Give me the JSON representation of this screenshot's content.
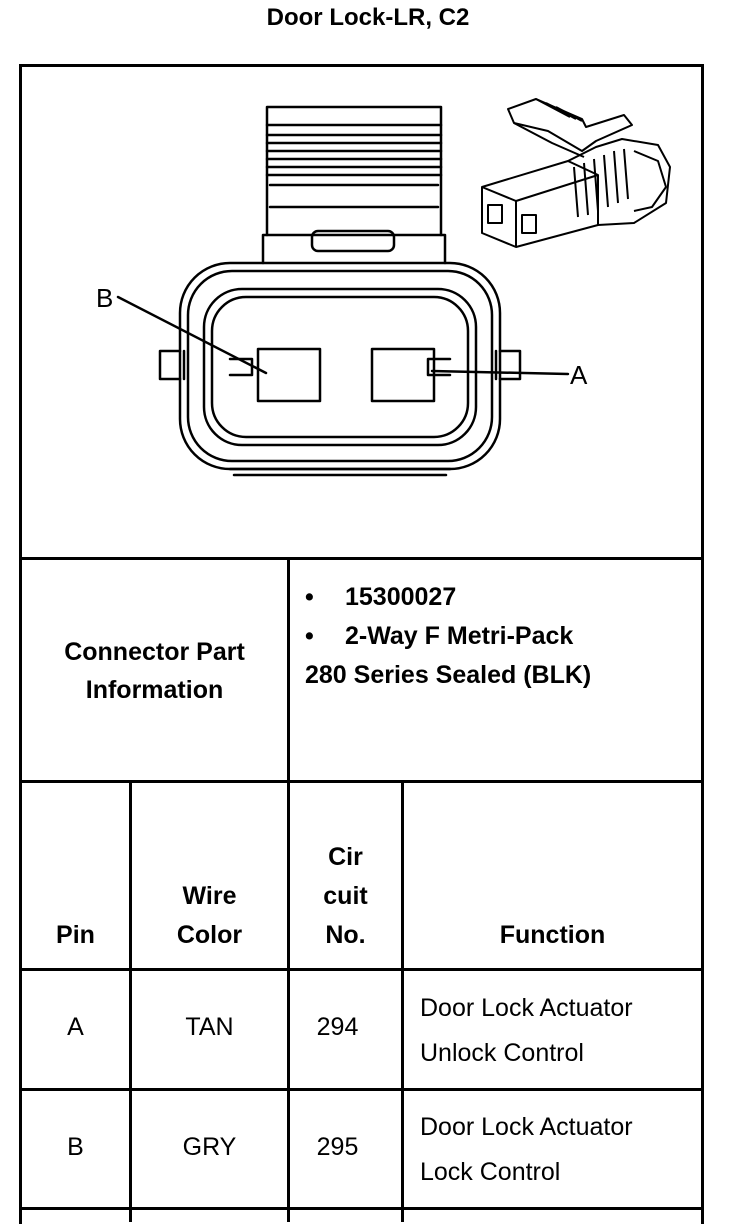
{
  "title": "Door Lock-LR, C2",
  "diagram": {
    "pin_label_a": "A",
    "pin_label_b": "B"
  },
  "connector": {
    "label_line1": "Connector Part",
    "label_line2": "Information",
    "bullet": "•",
    "part_number": "15300027",
    "description_line1": "2-Way F Metri-Pack",
    "description_line2": "280 Series Sealed (BLK)"
  },
  "table": {
    "headers": {
      "pin": "Pin",
      "wire_color_1": "Wire",
      "wire_color_2": "Color",
      "circuit_1": "Cir",
      "circuit_2": "cuit",
      "circuit_3": "No.",
      "function": "Function"
    },
    "rows": [
      {
        "pin": "A",
        "wire_color": "TAN",
        "circuit": "294",
        "function_1": "Door Lock Actuator",
        "function_2": "Unlock Control"
      },
      {
        "pin": "B",
        "wire_color": "GRY",
        "circuit": "295",
        "function_1": "Door Lock Actuator",
        "function_2": "Lock Control"
      }
    ]
  }
}
